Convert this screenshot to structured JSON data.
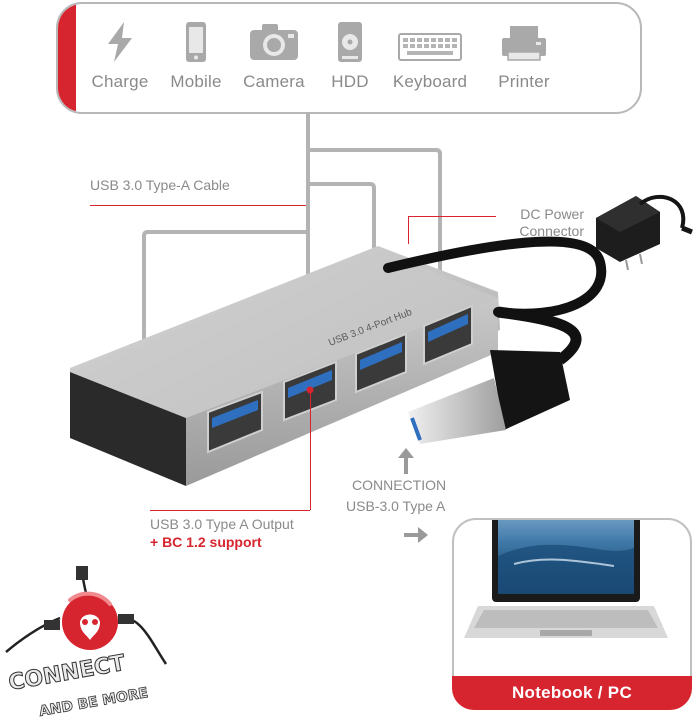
{
  "devices": [
    {
      "label": "Charge",
      "icon": "lightning-icon"
    },
    {
      "label": "Mobile",
      "icon": "phone-icon"
    },
    {
      "label": "Camera",
      "icon": "camera-icon"
    },
    {
      "label": "HDD",
      "icon": "hdd-icon"
    },
    {
      "label": "Keyboard",
      "icon": "keyboard-icon"
    },
    {
      "label": "Printer",
      "icon": "printer-icon"
    }
  ],
  "callouts": {
    "cable": "USB 3.0 Type-A Cable",
    "dc_line1": "DC Power",
    "dc_line2": "Connector",
    "connection_line1": "CONNECTION",
    "connection_line2": "USB-3.0 Type A",
    "output_line1": "USB 3.0 Type A Output",
    "output_line2": "+ BC 1.2 support"
  },
  "hub": {
    "label": "USB 3.0 4-Port Hub"
  },
  "notebook": {
    "label": "Notebook / PC"
  },
  "brand": {
    "line1": "CONNECT",
    "line2": "AND BE MORE"
  },
  "colors": {
    "accent": "#d6252f",
    "gray_text": "#8a8a8a",
    "usb_blue": "#2f6fc0",
    "hub_silver": "#b9b9b9"
  }
}
